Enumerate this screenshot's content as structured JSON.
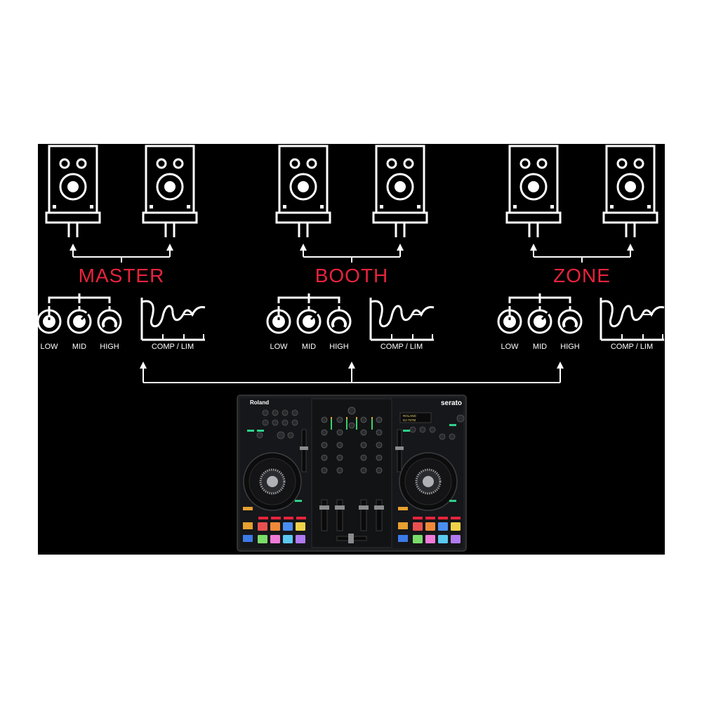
{
  "colors": {
    "background": "#000000",
    "line": "#ffffff",
    "accent": "#e8233d",
    "page": "#ffffff"
  },
  "zones": [
    {
      "id": "master",
      "title": "MASTER"
    },
    {
      "id": "booth",
      "title": "BOOTH"
    },
    {
      "id": "zone",
      "title": "ZONE"
    }
  ],
  "eq_labels": {
    "low": "LOW",
    "mid": "MID",
    "high": "HIGH",
    "comp": "COMP / LIM"
  },
  "controller": {
    "brand": "Roland",
    "software": "serato",
    "screen_line1": "ROLAND",
    "screen_line2": "DJ-707M"
  },
  "icons": {
    "speaker": "speaker-icon",
    "knob": "knob-icon",
    "compressor": "compressor-limiter-icon"
  }
}
